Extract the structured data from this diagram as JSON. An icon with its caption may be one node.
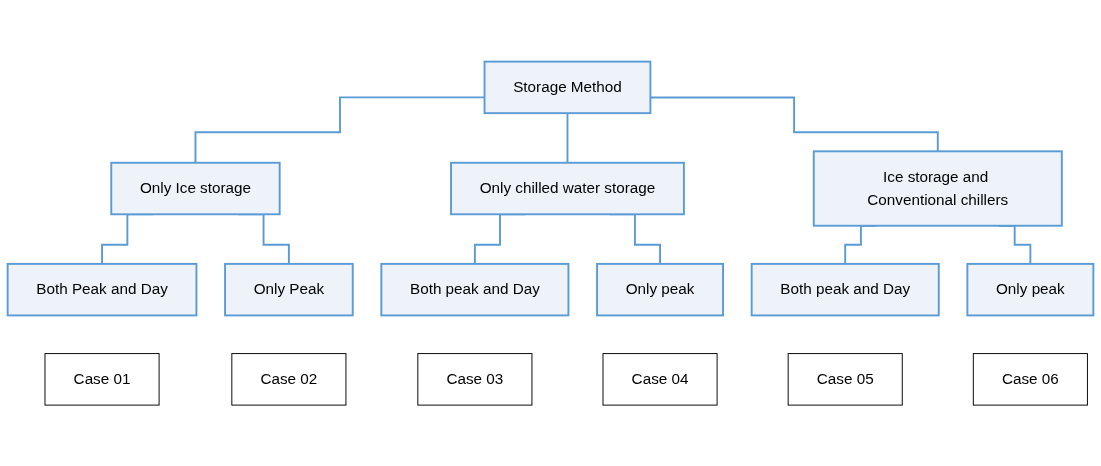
{
  "diagram": {
    "nodes": [
      {
        "text": [
          "Storage Method"
        ]
      },
      {
        "text": [
          "Only Ice storage"
        ]
      },
      {
        "text": [
          "Only chilled water storage"
        ]
      },
      {
        "text": [
          "Ice storage and Conventional chillers"
        ]
      },
      {
        "text": [
          "Both Peak and Day"
        ]
      },
      {
        "text": [
          "Only Peak"
        ]
      },
      {
        "text": [
          "Both peak and Day"
        ]
      },
      {
        "text": [
          "Only peak"
        ]
      },
      {
        "text": [
          "Both peak and Day"
        ]
      },
      {
        "text": [
          "Only peak"
        ]
      },
      {
        "text": [
          "Case 01"
        ]
      },
      {
        "text": [
          "Case 02"
        ]
      },
      {
        "text": [
          "Case 03"
        ]
      },
      {
        "text": [
          "Case 04"
        ]
      },
      {
        "text": [
          "Case 05"
        ]
      },
      {
        "text": [
          "Case 06"
        ]
      }
    ],
    "edges": [
      {
        "from": 0,
        "to": 1,
        "arrow": "none"
      },
      {
        "from": 0,
        "to": 2,
        "arrow": "none"
      },
      {
        "from": 0,
        "to": 3,
        "arrow": "none"
      },
      {
        "from": 1,
        "to": 4,
        "arrow": "none"
      },
      {
        "from": 1,
        "to": 5,
        "arrow": "none"
      },
      {
        "from": 2,
        "to": 6,
        "arrow": "none"
      },
      {
        "from": 2,
        "to": 7,
        "arrow": "none"
      },
      {
        "from": 3,
        "to": 8,
        "arrow": "none"
      },
      {
        "from": 3,
        "to": 9,
        "arrow": "none"
      }
    ]
  }
}
